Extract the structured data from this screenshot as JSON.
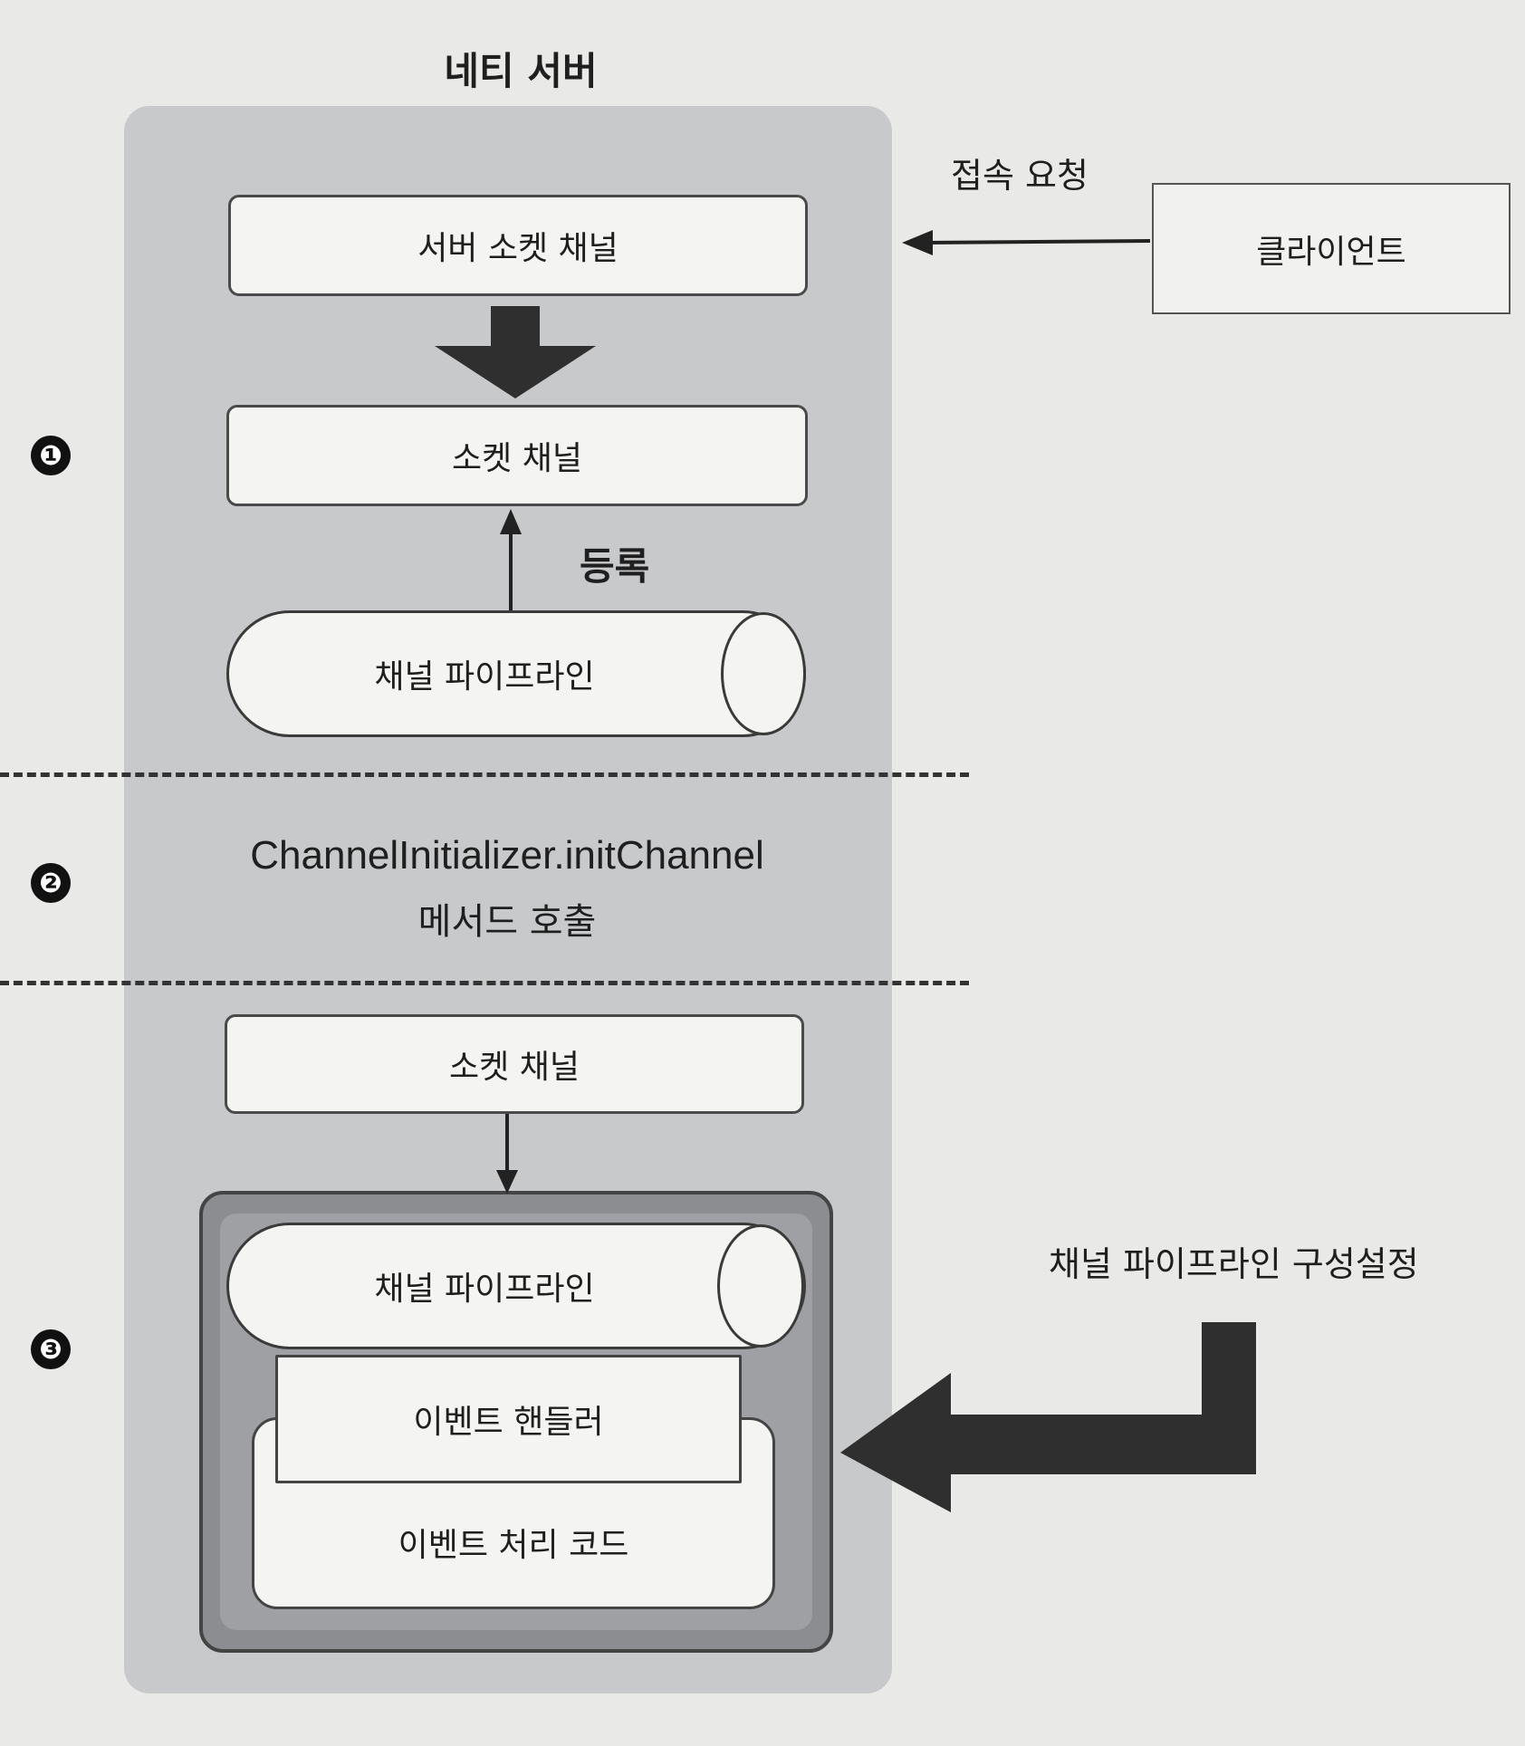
{
  "server": {
    "title": "네티 서버"
  },
  "client": {
    "label": "클라이언트",
    "connect_label": "접속 요청"
  },
  "step1": {
    "marker": "❶",
    "server_socket_channel": "서버 소켓 채널",
    "socket_channel": "소켓 채널",
    "register_label": "등록",
    "pipeline": "채널 파이프라인"
  },
  "step2": {
    "marker": "❷",
    "line1": "ChannelInitializer.initChannel",
    "line2": "메서드 호출"
  },
  "step3": {
    "marker": "❸",
    "socket_channel": "소켓 채널",
    "pipeline": "채널 파이프라인",
    "event_handler": "이벤트 핸들러",
    "event_code": "이벤트 처리 코드",
    "config_label": "채널 파이프라인 구성설정"
  }
}
